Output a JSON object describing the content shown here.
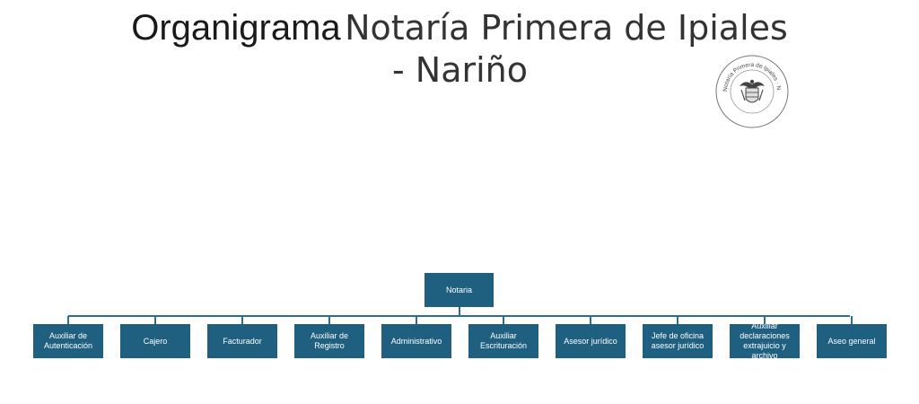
{
  "title": {
    "part1": "Organigrama",
    "part2": "Notaría Primera de Ipiales",
    "part3": "- Nariño"
  },
  "seal": {
    "text": "Notaría Primera de Ipiales · Nariño",
    "icon": "coat-of-arms-icon"
  },
  "org": {
    "root": "Notaria",
    "children": [
      "Auxiliar de Autenticación",
      "Cajero",
      "Facturador",
      "Auxiliar de Registro",
      "Administrativo",
      "Auxiliar Escrituración",
      "Asesor jurídico",
      "Jefe de oficina asesor jurídico",
      "Auxiliar declaraciones extrajuicio y archivo",
      "Aseo general"
    ]
  },
  "colors": {
    "box": "#1f5f80",
    "connector": "#2f6d8c"
  }
}
